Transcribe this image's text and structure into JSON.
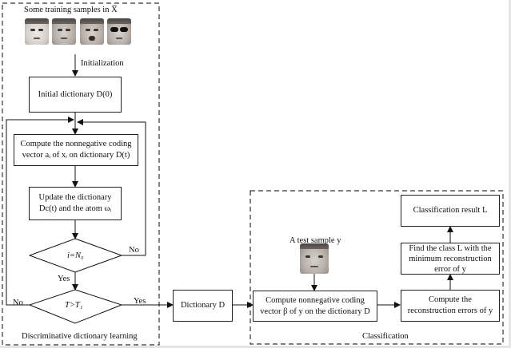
{
  "training_section": {
    "title": "Discriminative dictionary learning",
    "samples_caption": "Some training samples in X̅",
    "faces": [
      {
        "name": "training-face-1",
        "variant": "light"
      },
      {
        "name": "training-face-2",
        "variant": "neutral"
      },
      {
        "name": "training-face-3",
        "variant": "open-mouth"
      },
      {
        "name": "training-face-4",
        "variant": "sunglasses"
      }
    ],
    "initialization_label": "Initialization",
    "initial_dictionary": "Initial dictionary D(0)",
    "compute_coding_line1": "Compute the nonnegative coding",
    "compute_coding_line2": "vector aᵢ of xᵢ on dictionary D(t)",
    "update_line1": "Update the dictionary",
    "update_line2": "Dc(t) and the atom ωᵢ",
    "decision_inner": "i=N₀",
    "decision_outer": "T>T₁",
    "no_label_inner": "No",
    "no_label_outer": "No",
    "yes_label_inner": "Yes",
    "yes_label_outer": "Yes"
  },
  "dictionary": "Dictionary D",
  "classification_section": {
    "title": "Classification",
    "test_sample_caption": "A test sample y",
    "compute_beta_line1": "Compute nonnegative coding",
    "compute_beta_line2": "vector β of y on the dictionary D",
    "recon_line1": "Compute the",
    "recon_line2": "reconstruction errors of y",
    "find_line1": "Find the class L with the",
    "find_line2": "minimum reconstruction",
    "find_line3": "error of y",
    "result": "Classification result L"
  }
}
